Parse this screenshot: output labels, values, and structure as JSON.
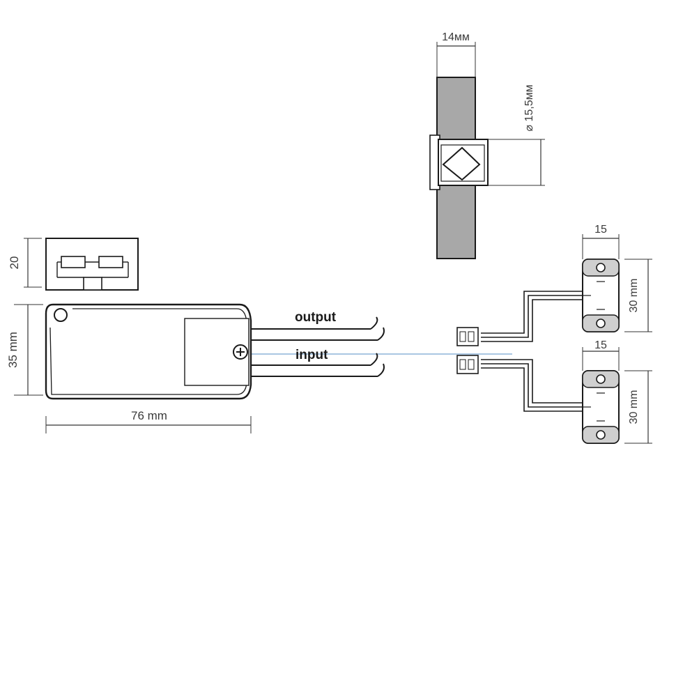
{
  "diagram": {
    "controller": {
      "dim_height_top": "20",
      "dim_height_body": "35 mm",
      "dim_length": "76 mm",
      "label_output": "output",
      "label_input": "input"
    },
    "sensor_round": {
      "dim_thickness": "14мм",
      "dim_diameter": "⌀ 15,5мм"
    },
    "sensor_switch_top": {
      "dim_width": "15",
      "dim_height": "30 mm"
    },
    "sensor_switch_bottom": {
      "dim_width": "15",
      "dim_height": "30 mm"
    }
  },
  "colors": {
    "line": "#1a1a1a",
    "panel_fill": "#a8a8a8",
    "accent_line": "#9fbfdf"
  }
}
